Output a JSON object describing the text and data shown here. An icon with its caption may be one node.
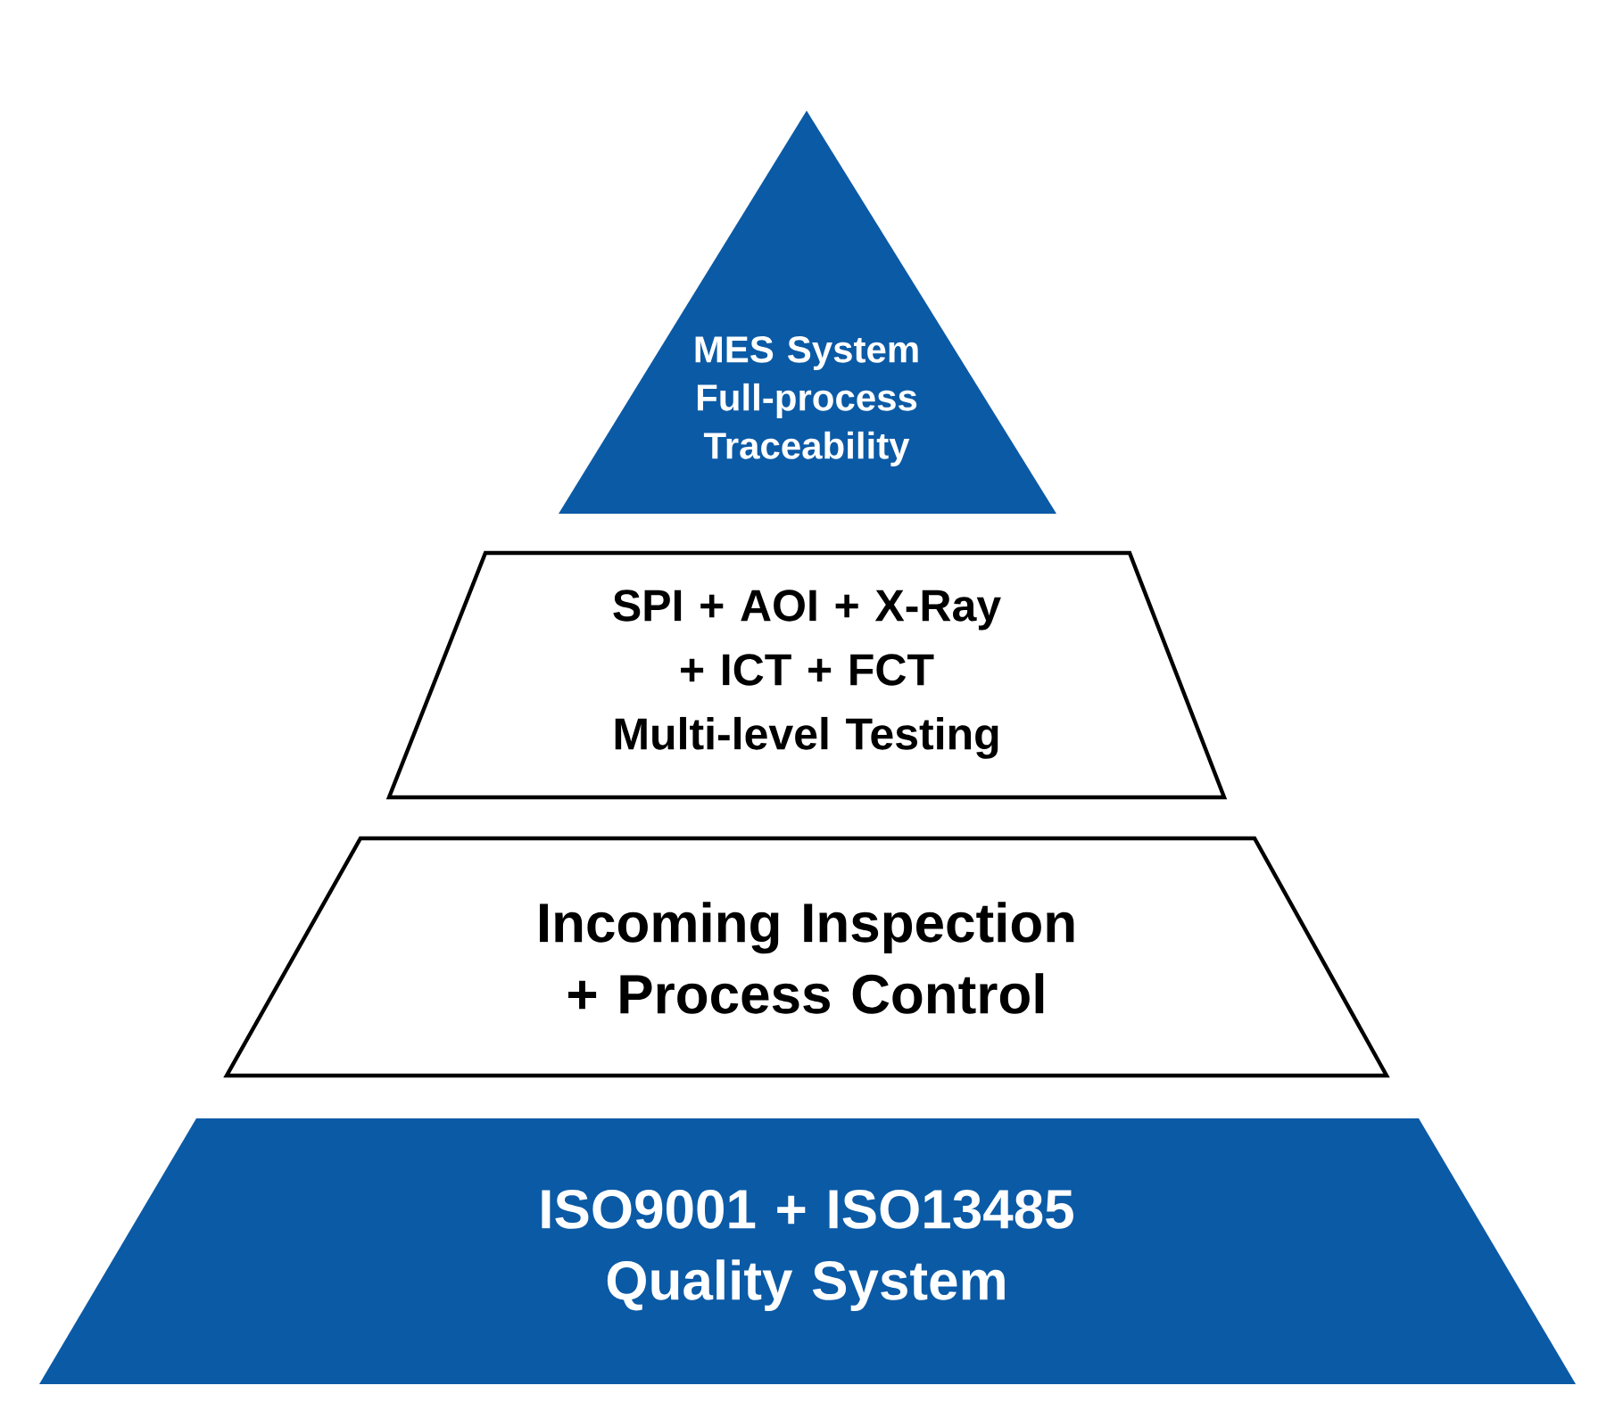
{
  "diagram": {
    "nodes": [
      {
        "text": [
          "MES System Full-process Traceability"
        ]
      },
      {
        "text": [
          "SPI + AOI + X-Ray + ICT + FCT Multi-level Testing"
        ]
      },
      {
        "text": [
          "Incoming Inspection + Process Control"
        ]
      },
      {
        "text": [
          "ISO9001 + ISO13485 Quality System"
        ]
      }
    ]
  }
}
